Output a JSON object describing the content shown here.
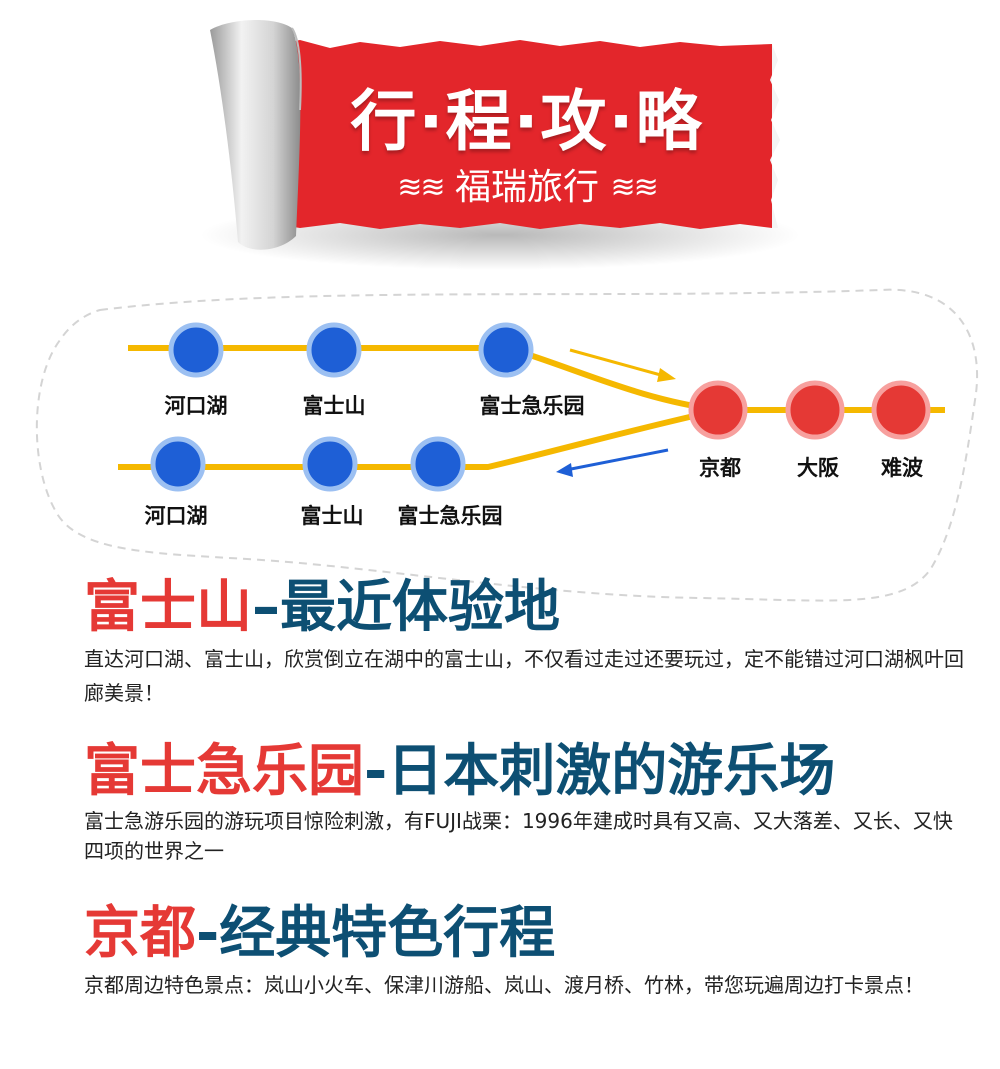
{
  "banner": {
    "title": "行·程·攻·略",
    "subtitle": "福瑞旅行",
    "wave_left": "≋≋",
    "wave_right": "≋≋",
    "colors": {
      "red": "#e3262b",
      "paper": "#ececec"
    }
  },
  "route_map": {
    "outbound_stations": [
      "河口湖",
      "富士山",
      "富士急乐园"
    ],
    "return_stations": [
      "河口湖",
      "富士山",
      "富士急乐园"
    ],
    "kansai_stations": [
      "京都",
      "大阪",
      "难波"
    ],
    "colors": {
      "line": "#f5b800",
      "blue_station": "#1e5fd6",
      "red_station": "#e53935",
      "outbound_arrow": "#f5b800",
      "return_arrow": "#1e5fd6"
    }
  },
  "sections": [
    {
      "title_red": "富士山",
      "title_dash": "–",
      "title_blue": "最近体验地",
      "desc": "直达河口湖、富士山，欣赏倒立在湖中的富士山，不仅看过走过还要玩过，定不能错过河口湖枫叶回廊美景！"
    },
    {
      "title_red": "富士急乐园",
      "title_dash": "-",
      "title_blue": "日本刺激的游乐场",
      "desc": "富士急游乐园的游玩项目惊险刺激，有FUJI战栗：1996年建成时具有又高、又大落差、又长、又快四项的世界之一"
    },
    {
      "title_red": "京都",
      "title_dash": "-",
      "title_blue": "经典特色行程",
      "desc": "京都周边特色景点：岚山小火车、保津川游船、岚山、渡月桥、竹林，带您玩遍周边打卡景点！"
    }
  ]
}
